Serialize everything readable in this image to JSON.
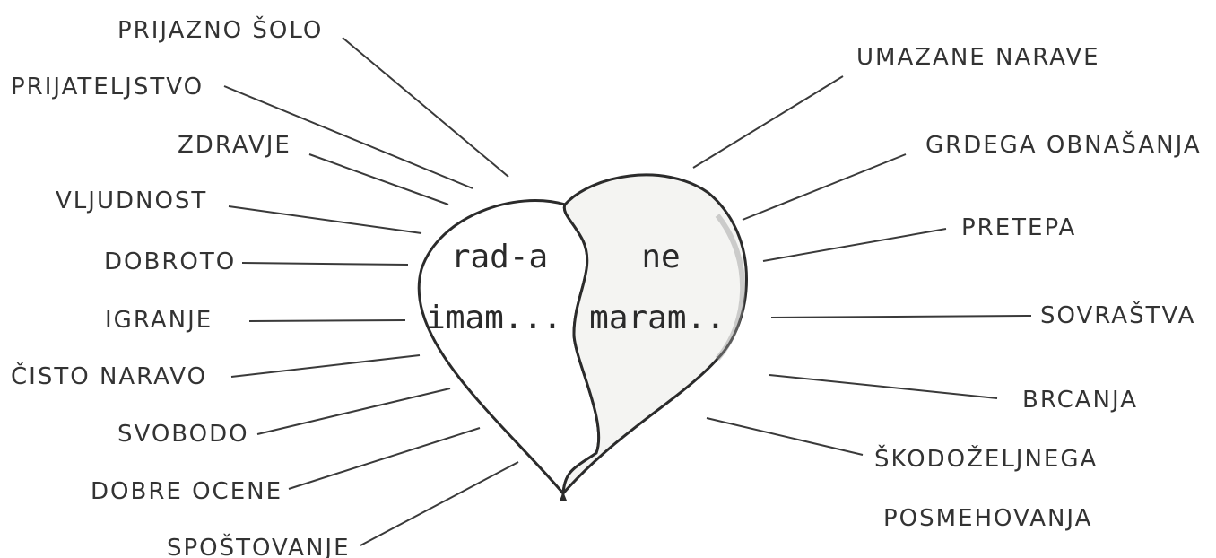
{
  "heart": {
    "left_line1": "rad-a",
    "left_line2": "imam...",
    "right_line1": "ne",
    "right_line2": "maram.."
  },
  "likes": [
    "PRIJAZNO ŠOLO",
    "PRIJATELJSTVO",
    "ZDRAVJE",
    "VLJUDNOST",
    "DOBROTO",
    "IGRANJE",
    "ČISTO NARAVO",
    "SVOBODO",
    "DOBRE OCENE",
    "SPOŠTOVANJE"
  ],
  "dislikes": [
    "UMAZANE NARAVE",
    "GRDEGA OBNAŠANJA",
    "PRETEPA",
    "SOVRAŠTVA",
    "BRCANJA",
    "ŠKODOŽELJNEGA",
    "POSMEHOVANJA"
  ]
}
